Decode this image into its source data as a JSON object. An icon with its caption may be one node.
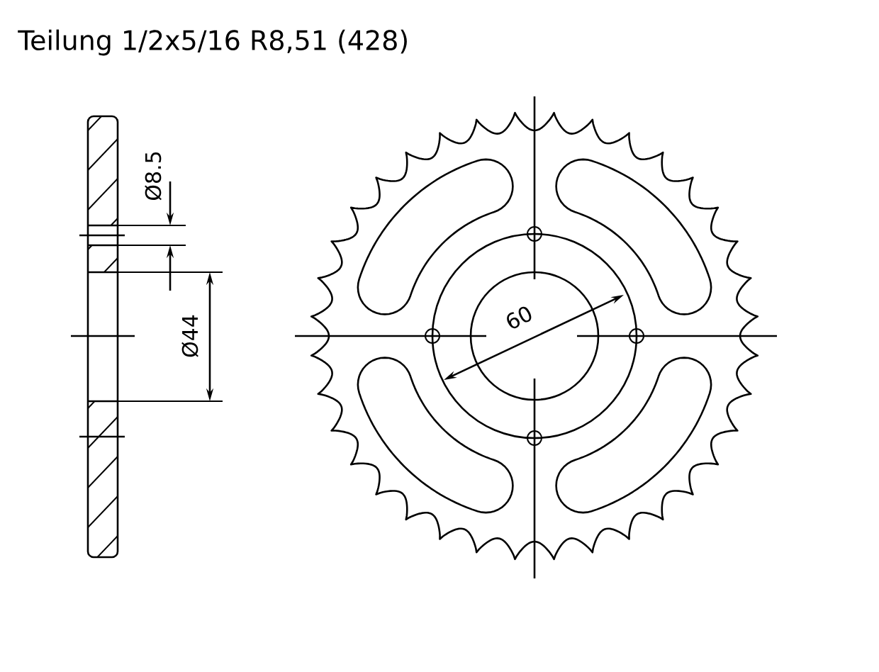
{
  "diagram": {
    "title": "Teilung 1/2x5/16 R8,51 (428)",
    "labels": [
      "Ø8.5",
      "Ø44",
      "60"
    ]
  }
}
